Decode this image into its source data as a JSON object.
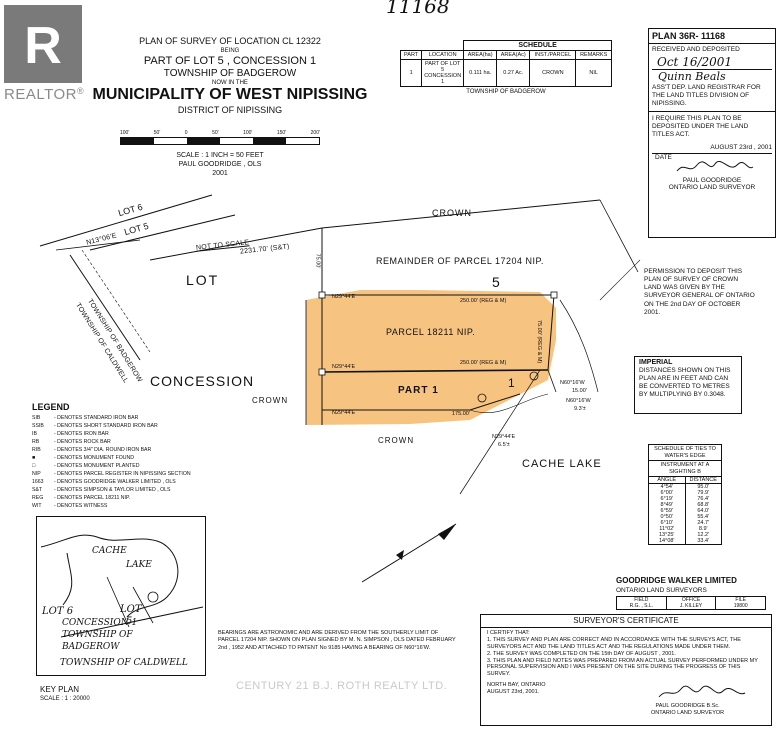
{
  "top_handwritten": "11168",
  "logo": {
    "text": "REALTOR",
    "reg": "®"
  },
  "title": {
    "line1": "PLAN OF SURVEY OF LOCATION CL 12322",
    "line2": "BEING",
    "line3": "PART OF LOT 5 , CONCESSION 1",
    "line4": "TOWNSHIP OF BADGEROW",
    "line5": "NOW IN THE",
    "line6": "MUNICIPALITY OF WEST NIPISSING",
    "line7": "DISTRICT OF NIPISSING",
    "scale": "SCALE : 1 INCH = 50 FEET",
    "surveyor": "PAUL GOODRIDGE , OLS",
    "year": "2001",
    "scale_bar_labels": [
      "100'",
      "50'",
      "0",
      "50'",
      "100'",
      "150'",
      "200'"
    ]
  },
  "schedule": {
    "title": "SCHEDULE",
    "headers": [
      "PART",
      "LOCATION",
      "AREA(ha)",
      "AREA(Ac)",
      "INST./PARCEL",
      "REMARKS"
    ],
    "row": [
      "1",
      "PART OF LOT 5 CONCESSION 1",
      "0.111 ha.",
      "0.27 Ac.",
      "CROWN",
      "NIL"
    ],
    "footer": "TOWNSHIP OF BADGEROW"
  },
  "plan_box": {
    "plan_no": "PLAN 36R- 11168",
    "received": "RECEIVED AND DEPOSITED",
    "date_hand": "Oct 16/2001",
    "signature_hand": "Quinn Beals",
    "registrar": "ASS'T DEP. LAND REGISTRAR FOR THE LAND TITLES DIVISION OF NIPISSING.",
    "require": "I REQUIRE THIS PLAN TO BE DEPOSITED UNDER THE LAND TITLES ACT.",
    "req_date": "AUGUST 23rd , 2001",
    "date_label": "DATE",
    "signer_name": "PAUL GOODRIDGE",
    "signer_title": "ONTARIO LAND SURVEYOR"
  },
  "permission": "PERMISSION TO DEPOSIT THIS PLAN OF SURVEY OF CROWN LAND WAS GIVEN BY THE SURVEYOR GENERAL OF ONTARIO ON THE 2nd DAY OF OCTOBER 2001.",
  "imperial": {
    "title": "IMPERIAL",
    "text": "DISTANCES SHOWN ON THIS PLAN ARE IN FEET AND CAN BE CONVERTED TO METRES BY MULTIPLYING BY 0.3048."
  },
  "map_labels": {
    "crown_top": "CROWN",
    "lot6": "LOT 6",
    "lot5": "LOT 5",
    "lot": "LOT",
    "not_to_scale": "NOT TO SCALE",
    "bearing1": "N13°06'E",
    "dist1": "2231.70' (S&T)",
    "township_badgerow": "TOWNSHIP OF BADGEROW",
    "township_caldwell": "TOWNSHIP OF CALDWELL",
    "remainder": "REMAINDER OF PARCEL 17204 NIP.",
    "five": "5",
    "concession": "CONCESSION",
    "crown_mid": "CROWN",
    "parcel": "PARCEL 18211 NIP.",
    "part1": "PART 1",
    "one": "1",
    "crown_low": "CROWN",
    "cache_lake": "CACHE LAKE",
    "n29_a": "N29°44'E",
    "n29_b": "N29°44'E",
    "n29_c": "N29°44'E",
    "n29_d": "N29°44'E",
    "d250_a": "250.00' (REG & M)",
    "d250_b": "250.00' (REG & M)",
    "d175": "175.00'",
    "d75_a": "75.00'",
    "d75_b": "75.00' (REG & M)",
    "n60_a": "N60°16'W",
    "n60_b": "N60°16'W",
    "d15": "15.00'",
    "d93": "9.3'±",
    "d65": "6.5'±"
  },
  "legend": {
    "title": "LEGEND",
    "items": [
      "- DENOTES STANDARD IRON BAR",
      "- DENOTES SHORT STANDARD IRON BAR",
      "- DENOTES IRON BAR",
      "- DENOTES ROCK BAR",
      "- DENOTES 3/4\" DIA. ROUND IRON BAR",
      "- DENOTES MONUMENT FOUND",
      "- DENOTES MONUMENT PLANTED",
      "- DENOTES PARCEL REGISTER IN NIPISSING SECTION",
      "- DENOTES GOODRIDGE WALKER LIMITED , OLS",
      "- DENOTES SIMPSON & TAYLOR LIMITED , OLS",
      "- DENOTES PARCEL 18211 NIP.",
      "- DENOTES WITNESS"
    ],
    "codes": [
      "SIB",
      "SSIB",
      "IB",
      "RB",
      "RIB",
      "",
      "",
      "NIP",
      "1663",
      "S&T",
      "REG",
      "WIT"
    ]
  },
  "ties": {
    "title": "SCHEDULE OF TIES TO WATER'S EDGE",
    "instrument": "INSTRUMENT AT A SIGHTING B",
    "headers": [
      "ANGLE",
      "DISTANCE"
    ],
    "rows": [
      [
        "4°54'",
        "95.0'"
      ],
      [
        "6°00'",
        "79.9'"
      ],
      [
        "6°19'",
        "76.4'"
      ],
      [
        "8°49'",
        "68.8'"
      ],
      [
        "6°59'",
        "64.0'"
      ],
      [
        "0°50'",
        "55.4'"
      ],
      [
        "6°10'",
        "24.7'"
      ],
      [
        "11°02'",
        "8.9'"
      ],
      [
        "13°25'",
        "12.2'"
      ],
      [
        "14°08'",
        "33.4'"
      ]
    ]
  },
  "goodridge": {
    "name": "GOODRIDGE WALKER LIMITED",
    "sub": "ONTARIO LAND SURVEYORS",
    "cols": [
      "FIELD",
      "OFFICE",
      "FILE"
    ],
    "vals": [
      "R.G. , S.L.",
      "J. KILLEY",
      "19800"
    ]
  },
  "key_plan": {
    "cache": "CACHE",
    "lake": "LAKE",
    "lot6": "LOT 6",
    "lot5": "LOT",
    "five": "5",
    "concession": "CONCESSION 1",
    "township": "TOWNSHIP OF",
    "badgerow": "BADGEROW",
    "caldwell": "TOWNSHIP OF CALDWELL",
    "title": "KEY PLAN",
    "scale": "SCALE : 1 : 20000"
  },
  "bearings_note": "BEARINGS ARE ASTRONOMIC AND ARE DERIVED FROM THE SOUTHERLY LIMIT OF PARCEL 17204 NIP. SHOWN ON PLAN SIGNED BY M. N. SIMPSON , OLS DATED FEBRUARY 2nd , 1952 AND ATTACHED TO PATENT No 9185 HAVING A BEARING OF N60°16'W.",
  "certificate": {
    "title": "SURVEYOR'S CERTIFICATE",
    "certify": "I CERTIFY THAT:",
    "p1": "1. THIS SURVEY AND PLAN ARE CORRECT AND IN ACCORDANCE WITH THE SURVEYS ACT, THE SURVEYORS ACT AND THE LAND TITLES ACT AND THE REGULATIONS MADE UNDER THEM.",
    "p2": "2. THE SURVEY WAS COMPLETED ON THE 15th DAY OF AUGUST , 2001.",
    "p3": "3. THIS PLAN AND FIELD NOTES WAS PREPARED FROM AN ACTUAL SURVEY PERFORMED UNDER MY PERSONAL SUPERVISION AND I WAS PRESENT ON THE SITE DURING THE PROGRESS OF THIS SURVEY.",
    "place": "NORTH BAY, ONTARIO",
    "date": "AUGUST 23rd, 2001.",
    "signer": "PAUL GOODRIDGE B.Sc.",
    "title2": "ONTARIO LAND SURVEYOR"
  },
  "watermark": "CENTURY 21 B.J. ROTH REALTY LTD."
}
